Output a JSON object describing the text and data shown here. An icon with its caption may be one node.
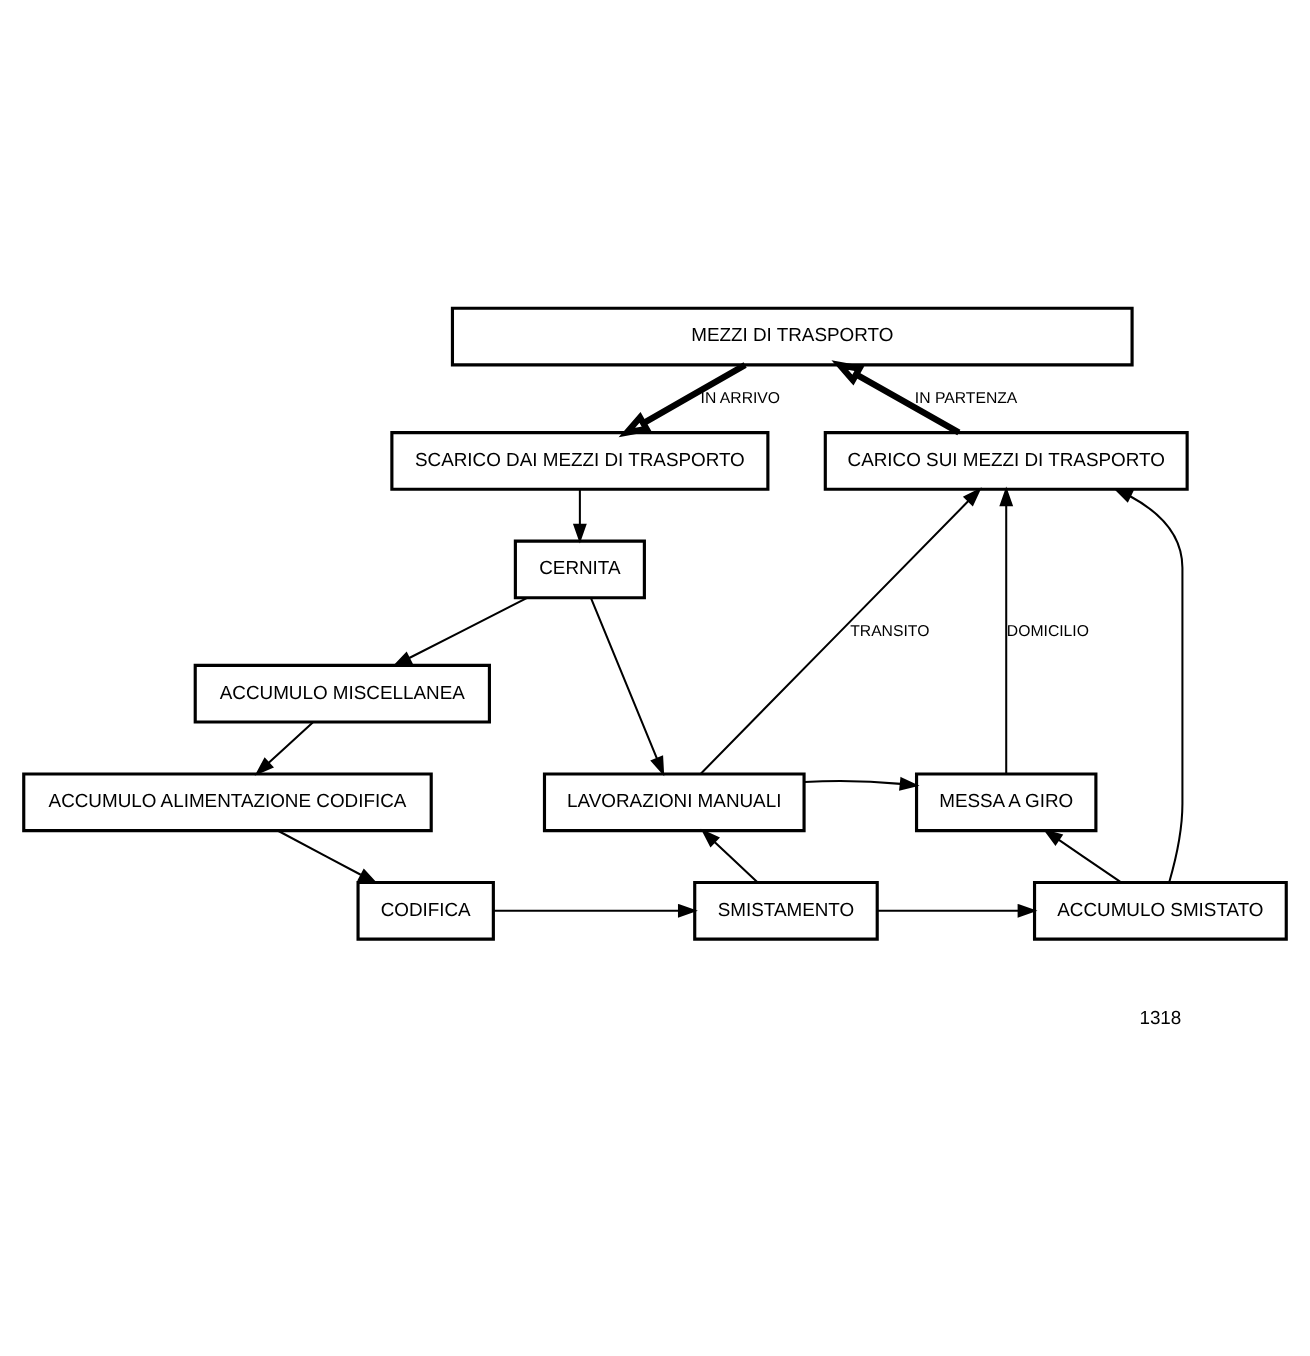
{
  "diagram": {
    "nodes": [
      {
        "text": [
          "MEZZI DI TRASPORTO"
        ]
      },
      {
        "text": [
          "SCARICO DAI MEZZI DI TRASPORTO"
        ]
      },
      {
        "text": [
          "CARICO SUI MEZZI DI TRASPORTO"
        ]
      },
      {
        "text": [
          "CERNITA"
        ]
      },
      {
        "text": [
          "ACCUMULO MISCELLANEA"
        ]
      },
      {
        "text": [
          "ACCUMULO ALIMENTAZIONE CODIFICA"
        ]
      },
      {
        "text": [
          "CODIFICA"
        ]
      },
      {
        "text": [
          "LAVORAZIONI MANUALI"
        ]
      },
      {
        "text": [
          "MESSA A GIRO"
        ]
      },
      {
        "text": [
          "SMISTAMENTO"
        ]
      },
      {
        "text": [
          "ACCUMULO SMISTATO"
        ]
      }
    ],
    "edges": [
      {
        "from": 0,
        "to": 1,
        "arrow": "to",
        "label": "IN ARRIVO",
        "style": "thick"
      },
      {
        "from": 2,
        "to": 0,
        "arrow": "to",
        "label": "IN PARTENZA",
        "style": "thick"
      },
      {
        "from": 1,
        "to": 3,
        "arrow": "to"
      },
      {
        "from": 3,
        "to": 4,
        "arrow": "to"
      },
      {
        "from": 4,
        "to": 5,
        "arrow": "to"
      },
      {
        "from": 5,
        "to": 6,
        "arrow": "to"
      },
      {
        "from": 3,
        "to": 7,
        "arrow": "to"
      },
      {
        "from": 6,
        "to": 9,
        "arrow": "to"
      },
      {
        "from": 9,
        "to": 7,
        "arrow": "to"
      },
      {
        "from": 9,
        "to": 10,
        "arrow": "to"
      },
      {
        "from": 7,
        "to": 8,
        "arrow": "to"
      },
      {
        "from": 10,
        "to": 8,
        "arrow": "to"
      },
      {
        "from": 7,
        "to": 2,
        "arrow": "to",
        "label": "TRANSITO"
      },
      {
        "from": 10,
        "to": 2,
        "arrow": "to"
      },
      {
        "from": 8,
        "to": 2,
        "arrow": "to",
        "label": "DOMICILIO"
      }
    ],
    "labels": [
      "1318"
    ]
  }
}
